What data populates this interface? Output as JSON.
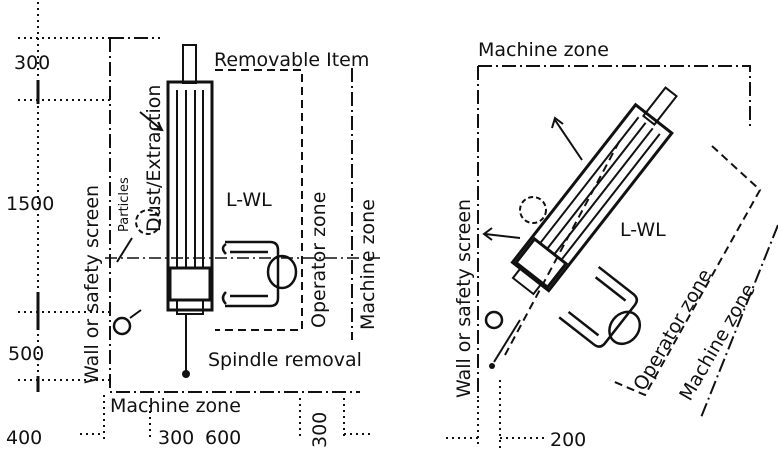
{
  "left_layout": {
    "dimension_labels": {
      "top": "300",
      "middle": "1500",
      "lower": "500",
      "bottom_left": "400",
      "bottom_a": "300",
      "bottom_b": "600",
      "bottom_c": "300"
    },
    "labels": {
      "removable_item": "Removable Item",
      "dust_extraction": "Dust/Extraction",
      "particles": "Particles",
      "machine_label": "L-WL",
      "operator_zone": "Operator zone",
      "machine_zone_side": "Machine zone",
      "wall": "Wall or safety screen",
      "spindle_removal": "Spindle removal",
      "machine_zone_bottom": "Machine zone"
    }
  },
  "right_layout": {
    "dimension_labels": {
      "bottom": "200"
    },
    "labels": {
      "machine_zone_top": "Machine zone",
      "wall": "Wall or safety screen",
      "machine_label": "L-WL",
      "operator_zone": "Operator zone",
      "machine_zone_side": "Machine zone"
    }
  }
}
